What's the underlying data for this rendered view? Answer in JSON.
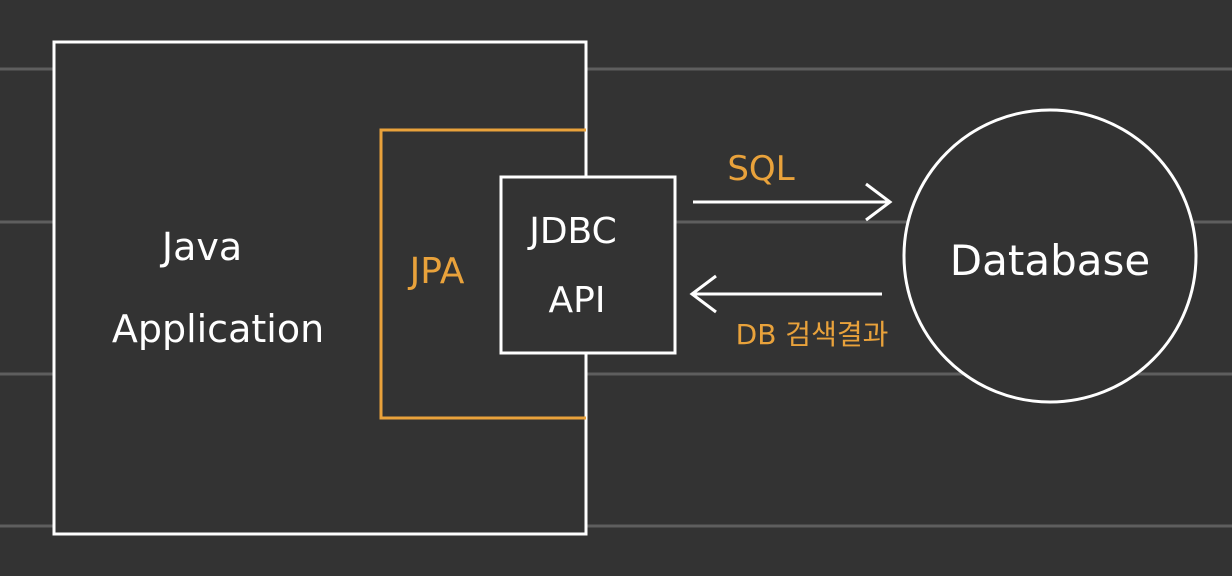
{
  "colors": {
    "background": "#333333",
    "guide_line": "#5e5e5e",
    "stroke_white": "#ffffff",
    "accent_orange": "#e9a23b"
  },
  "java_app": {
    "line1": "Java",
    "line2": "Application"
  },
  "jpa": {
    "label": "JPA"
  },
  "jdbc": {
    "line1": "JDBC",
    "line2": "API"
  },
  "database": {
    "label": "Database"
  },
  "arrow_request": {
    "label": "SQL"
  },
  "arrow_response": {
    "label": "DB 검색결과"
  }
}
